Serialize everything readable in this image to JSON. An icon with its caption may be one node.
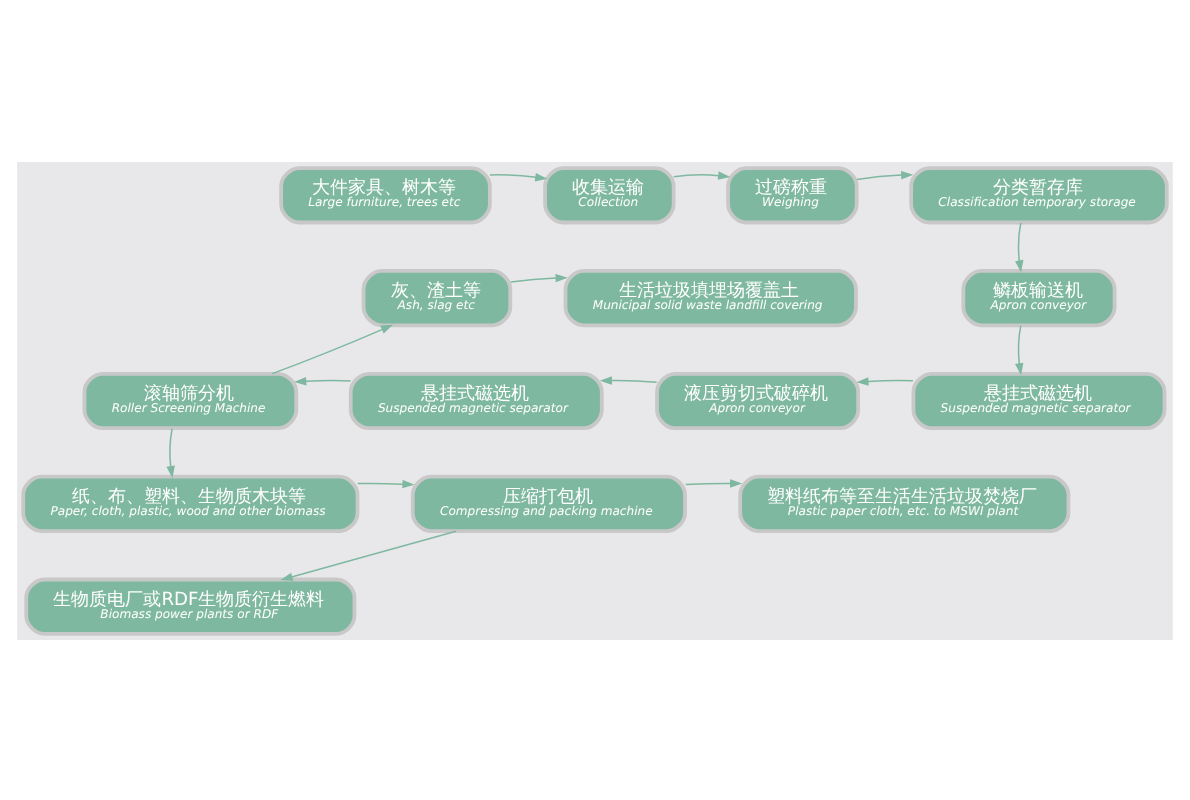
{
  "diagram": {
    "nodes": [
      {
        "text": [
          "大件家具、树木等",
          "Large furniture, trees etc"
        ]
      },
      {
        "text": [
          "收集运输",
          "Collection"
        ]
      },
      {
        "text": [
          "过磅称重",
          "Weighing"
        ]
      },
      {
        "text": [
          "分类暂存库",
          "Classification temporary storage"
        ]
      },
      {
        "text": [
          "灰、渣土等",
          "Ash, slag etc"
        ]
      },
      {
        "text": [
          "生活垃圾填埋场覆盖土",
          "Municipal solid waste landfill covering"
        ]
      },
      {
        "text": [
          "鳞板输送机",
          "Apron conveyor"
        ]
      },
      {
        "text": [
          "滚轴筛分机",
          "Roller Screening Machine"
        ]
      },
      {
        "text": [
          "悬挂式磁选机",
          "Suspended magnetic separator"
        ]
      },
      {
        "text": [
          "液压剪切式破碎机",
          "Apron conveyor"
        ]
      },
      {
        "text": [
          "悬挂式磁选机",
          "Suspended magnetic separator"
        ]
      },
      {
        "text": [
          "纸、布、塑料、生物质木块等",
          "Paper, cloth, plastic, wood and other biomass"
        ]
      },
      {
        "text": [
          "压缩打包机",
          "Compressing and packing machine"
        ]
      },
      {
        "text": [
          "塑料纸布等至生活生活垃圾焚烧厂",
          "Plastic paper cloth, etc. to MSWI plant"
        ]
      },
      {
        "text": [
          "生物质电厂或RDF生物质衍生燃料",
          "Biomass power plants or RDF"
        ]
      }
    ],
    "edges": [
      {
        "from": 0,
        "to": 1,
        "arrow": "to"
      },
      {
        "from": 1,
        "to": 2,
        "arrow": "to"
      },
      {
        "from": 2,
        "to": 3,
        "arrow": "to"
      },
      {
        "from": 3,
        "to": 6,
        "arrow": "to"
      },
      {
        "from": 6,
        "to": 10,
        "arrow": "to"
      },
      {
        "from": 10,
        "to": 9,
        "arrow": "to"
      },
      {
        "from": 9,
        "to": 8,
        "arrow": "to"
      },
      {
        "from": 8,
        "to": 7,
        "arrow": "to"
      },
      {
        "from": 7,
        "to": 4,
        "arrow": "to"
      },
      {
        "from": 4,
        "to": 5,
        "arrow": "to"
      },
      {
        "from": 7,
        "to": 11,
        "arrow": "to"
      },
      {
        "from": 11,
        "to": 12,
        "arrow": "to"
      },
      {
        "from": 12,
        "to": 13,
        "arrow": "to"
      },
      {
        "from": 12,
        "to": 14,
        "arrow": "to"
      }
    ]
  }
}
